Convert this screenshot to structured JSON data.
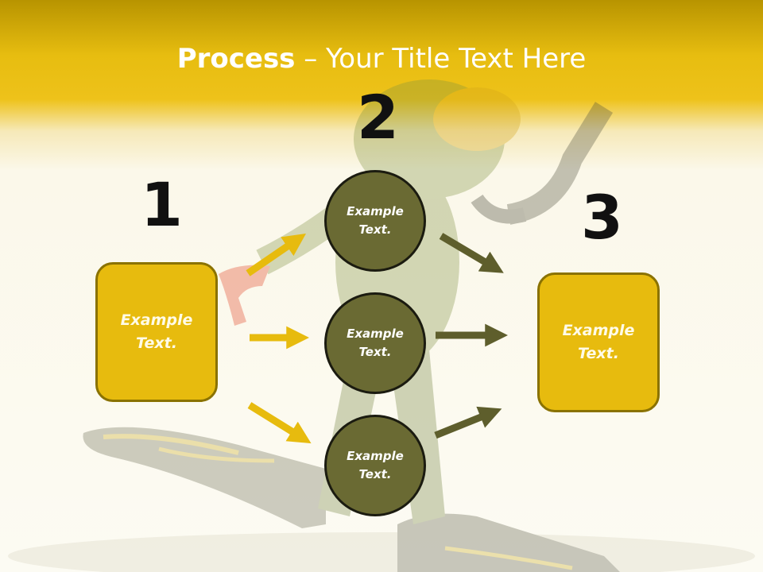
{
  "title": {
    "bold": "Process",
    "rest": " – Your Title Text Here"
  },
  "steps": [
    {
      "number": "1",
      "label": "Example\nText."
    },
    {
      "number": "2",
      "label": "Example\nText."
    },
    {
      "number": "3",
      "label": "Example\nText."
    }
  ],
  "circles": [
    {
      "label": "Example\nText."
    },
    {
      "label": "Example\nText."
    },
    {
      "label": "Example\nText."
    }
  ],
  "colors": {
    "yellow": "#e7bb0e",
    "olive": "#6a6a33",
    "header": "#e7bd10",
    "background": "#fcfbf3"
  }
}
